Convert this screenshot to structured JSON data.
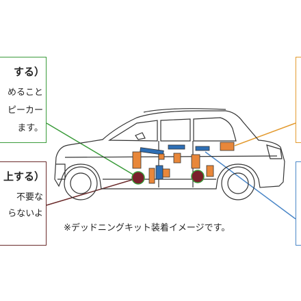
{
  "box_green": {
    "title": "する）",
    "lines": [
      "めること",
      "ピーカー",
      "ます。"
    ],
    "color": "#3a9b3a"
  },
  "box_maroon": {
    "title": "上する）",
    "lines": [
      "不要な",
      "らないよ"
    ],
    "color": "#6a2a2a"
  },
  "box_orange": {
    "color": "#e39a2e"
  },
  "box_blue": {
    "color": "#4a86c7"
  },
  "caption": "※デッドニングキット装着イメージです。",
  "colors": {
    "pad_orange": "#e8873a",
    "pad_blue": "#2e6fb5",
    "speaker_maroon": "#7a1f2b",
    "outline": "#333333"
  }
}
